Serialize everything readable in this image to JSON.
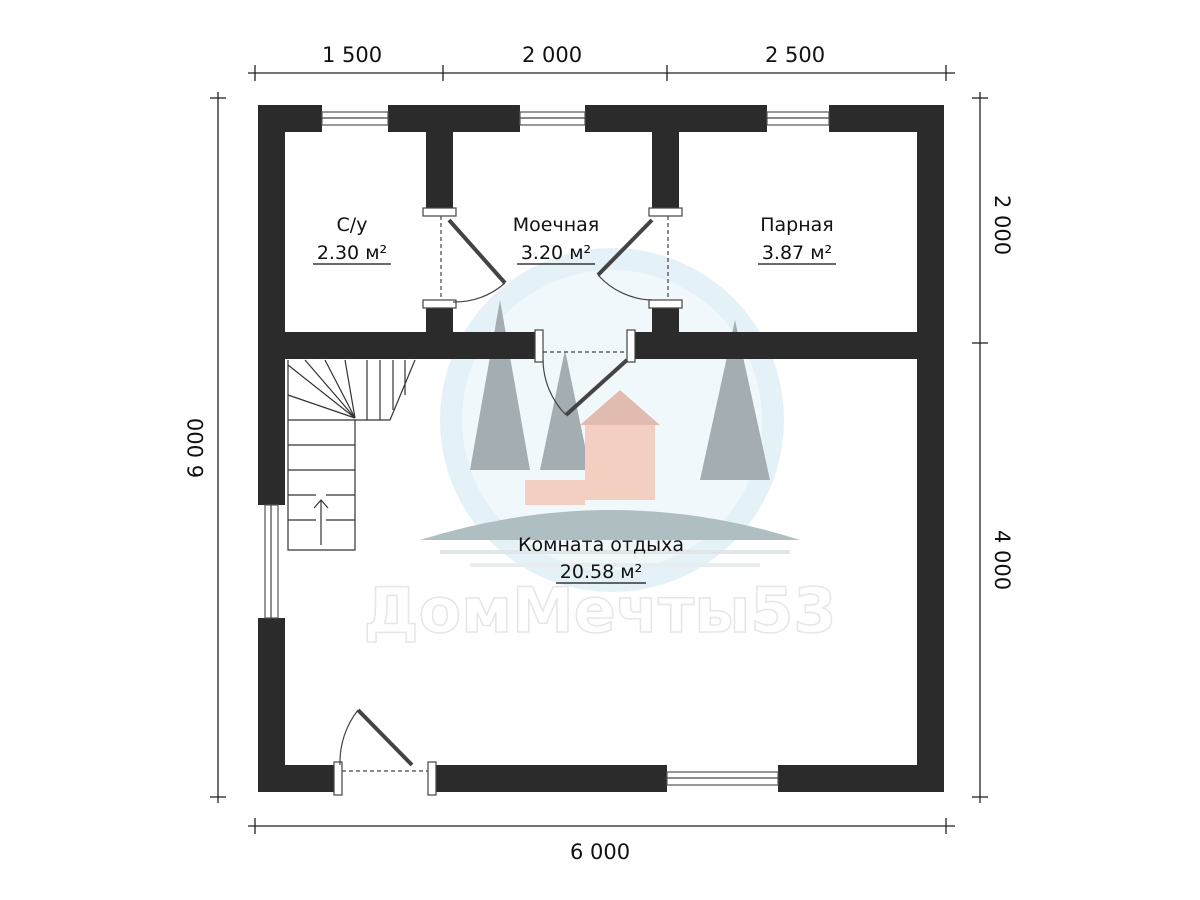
{
  "dimensions": {
    "top": [
      "1 500",
      "2 000",
      "2 500"
    ],
    "bottom": "6 000",
    "left": "6 000",
    "right": [
      "2 000",
      "4 000"
    ]
  },
  "rooms": [
    {
      "name": "С/у",
      "area": "2.30 м²"
    },
    {
      "name": "Моечная",
      "area": "3.20 м²"
    },
    {
      "name": "Парная",
      "area": "3.87 м²"
    },
    {
      "name": "Комната отдыха",
      "area": "20.58 м²"
    }
  ],
  "watermark": "ДомМечты53",
  "colors": {
    "wall": "#2b2b2b",
    "logo_sky": "#a9d3ea",
    "logo_house": "#e8a890"
  }
}
